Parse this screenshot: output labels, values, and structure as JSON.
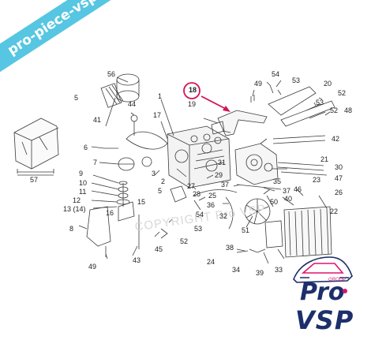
{
  "ribbon_text": "pro-piece-vsp.com",
  "watermark_text": "COPYRIGHT Pro VSP",
  "brand": {
    "tag": "GROUP",
    "line1": "Pro",
    "line2": "VSP",
    "primary_color": "#1c2f6b",
    "accent_color": "#e0136e"
  },
  "highlight": {
    "part": "18",
    "color": "#d4145a"
  },
  "ribbon_color": "#56c6e2",
  "labels": [
    "56",
    "5",
    "44",
    "1",
    "49",
    "54",
    "53",
    "20",
    "52",
    "18",
    "19",
    "53",
    "52",
    "48",
    "41",
    "17",
    "42",
    "6",
    "7",
    "3",
    "21",
    "31",
    "30",
    "9",
    "2",
    "27",
    "29",
    "47",
    "10",
    "5",
    "23",
    "25",
    "11",
    "28",
    "35",
    "37",
    "26",
    "37",
    "46",
    "12",
    "15",
    "36",
    "40",
    "22",
    "13 (14)",
    "16",
    "54",
    "50",
    "32",
    "53",
    "8",
    "51",
    "45",
    "52",
    "43",
    "38",
    "24",
    "49",
    "34",
    "39",
    "33",
    "57"
  ]
}
